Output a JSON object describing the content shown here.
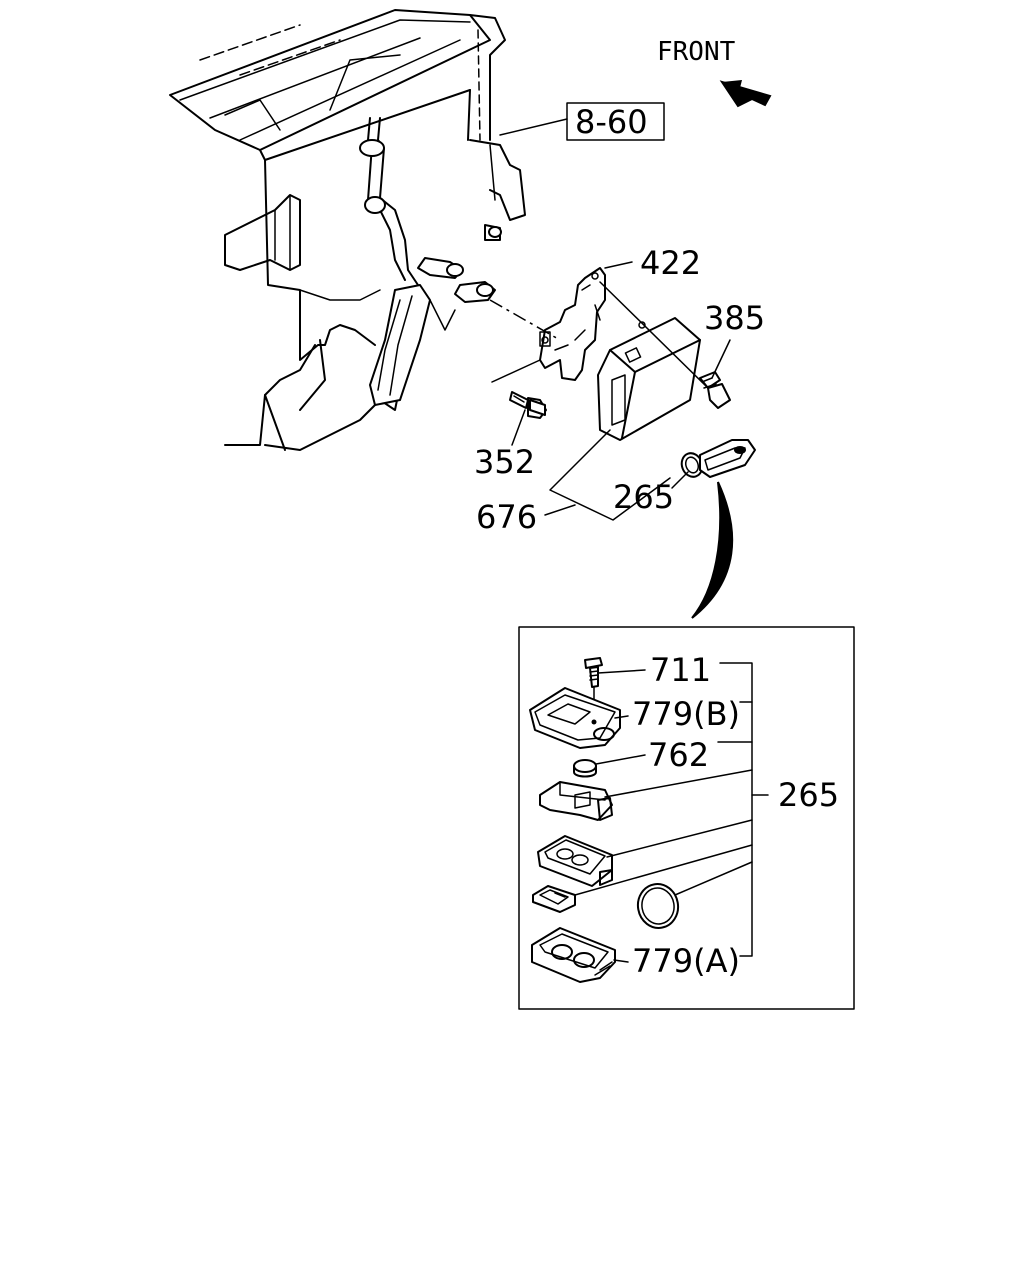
{
  "direction": {
    "label": "FRONT"
  },
  "reference": {
    "label": "8-60"
  },
  "callouts": {
    "bracket": "422",
    "bolt": "385",
    "screw": "352",
    "control_unit": "676",
    "key_fob": "265"
  },
  "detail": {
    "assembly_label": "265",
    "screw": "711",
    "upper_case": "779(B)",
    "battery": "762",
    "lower_case": "779(A)"
  },
  "icons": [
    "front-arrow-icon"
  ]
}
